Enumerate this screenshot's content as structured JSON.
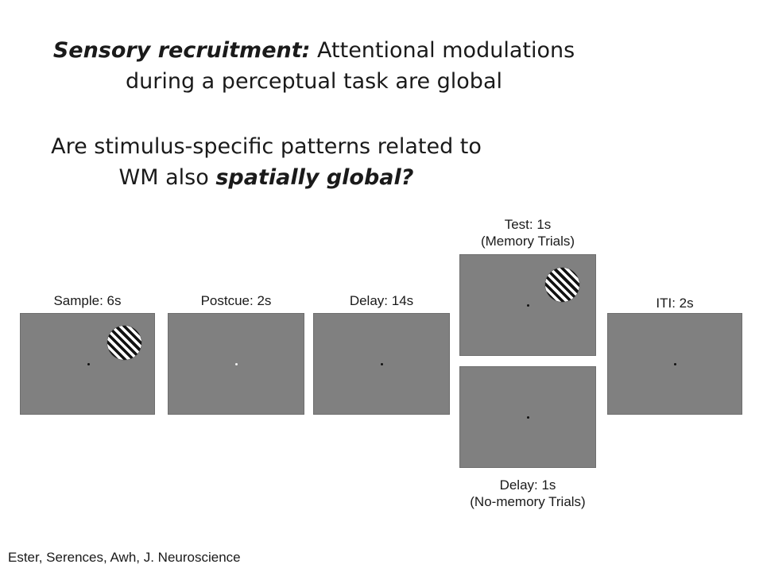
{
  "slide": {
    "title_part1_emph": "Sensory recruitment:",
    "title_part1_rest": " Attentional modulations",
    "title_line2": "during a perceptual task are global",
    "question_line1": "Are stimulus-specific patterns related to",
    "question_line2_prefix": "WM also ",
    "question_line2_emph": "spatially global?"
  },
  "diagram": {
    "panels": [
      {
        "label": "Sample: 6s",
        "fixation": "black",
        "grating": true
      },
      {
        "label": "Postcue: 2s",
        "fixation": "white",
        "grating": false
      },
      {
        "label": "Delay: 14s",
        "fixation": "black",
        "grating": false
      },
      {
        "label_line1": "Test: 1s",
        "label_line2": "(Memory Trials)",
        "fixation": "black",
        "grating": true
      },
      {
        "label_line1": "Delay: 1s",
        "label_line2": "(No-memory Trials)",
        "fixation": "black",
        "grating": false
      },
      {
        "label": "ITI: 2s",
        "fixation": "black",
        "grating": false
      }
    ]
  },
  "credit": "Ester, Serences, Awh, J. Neuroscience",
  "colors": {
    "panel": "#808080",
    "text": "#1a1a1a"
  }
}
